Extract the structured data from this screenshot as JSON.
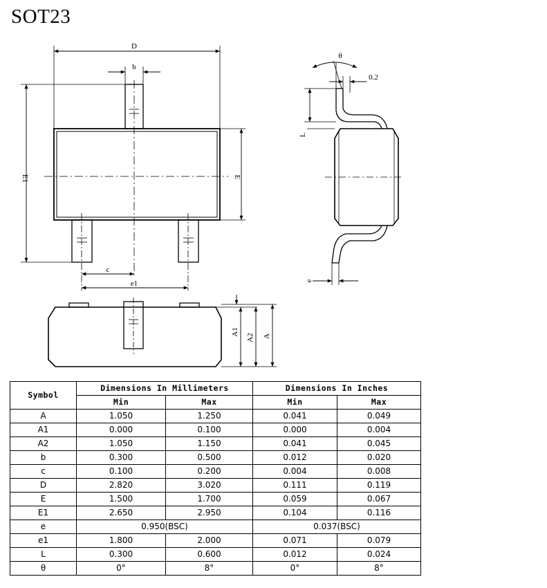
{
  "title": "SOT23",
  "labels": {
    "D": "D",
    "b": "b",
    "E1": "E1",
    "E": "E",
    "c": "c",
    "e1": "e1",
    "theta": "θ",
    "gauge": "0.2",
    "L": "L",
    "e": "e",
    "A1": "A1",
    "A2": "A2",
    "A": "A"
  },
  "table": {
    "symbol_header": "Symbol",
    "mm_header": "Dimensions In Millimeters",
    "in_header": "Dimensions In Inches",
    "min_label": "Min",
    "max_label": "Max",
    "rows": [
      {
        "symbol": "A",
        "mm_min": "1.050",
        "mm_max": "1.250",
        "in_min": "0.041",
        "in_max": "0.049"
      },
      {
        "symbol": "A1",
        "mm_min": "0.000",
        "mm_max": "0.100",
        "in_min": "0.000",
        "in_max": "0.004"
      },
      {
        "symbol": "A2",
        "mm_min": "1.050",
        "mm_max": "1.150",
        "in_min": "0.041",
        "in_max": "0.045"
      },
      {
        "symbol": "b",
        "mm_min": "0.300",
        "mm_max": "0.500",
        "in_min": "0.012",
        "in_max": "0.020"
      },
      {
        "symbol": "c",
        "mm_min": "0.100",
        "mm_max": "0.200",
        "in_min": "0.004",
        "in_max": "0.008"
      },
      {
        "symbol": "D",
        "mm_min": "2.820",
        "mm_max": "3.020",
        "in_min": "0.111",
        "in_max": "0.119"
      },
      {
        "symbol": "E",
        "mm_min": "1.500",
        "mm_max": "1.700",
        "in_min": "0.059",
        "in_max": "0.067"
      },
      {
        "symbol": "E1",
        "mm_min": "2.650",
        "mm_max": "2.950",
        "in_min": "0.104",
        "in_max": "0.116"
      },
      {
        "symbol": "e",
        "mm_span": "0.950(BSC)",
        "in_span": "0.037(BSC)"
      },
      {
        "symbol": "e1",
        "mm_min": "1.800",
        "mm_max": "2.000",
        "in_min": "0.071",
        "in_max": "0.079"
      },
      {
        "symbol": "L",
        "mm_min": "0.300",
        "mm_max": "0.600",
        "in_min": "0.012",
        "in_max": "0.024"
      },
      {
        "symbol": "θ",
        "mm_min": "0°",
        "mm_max": "8°",
        "in_min": "0°",
        "in_max": "8°"
      }
    ]
  }
}
